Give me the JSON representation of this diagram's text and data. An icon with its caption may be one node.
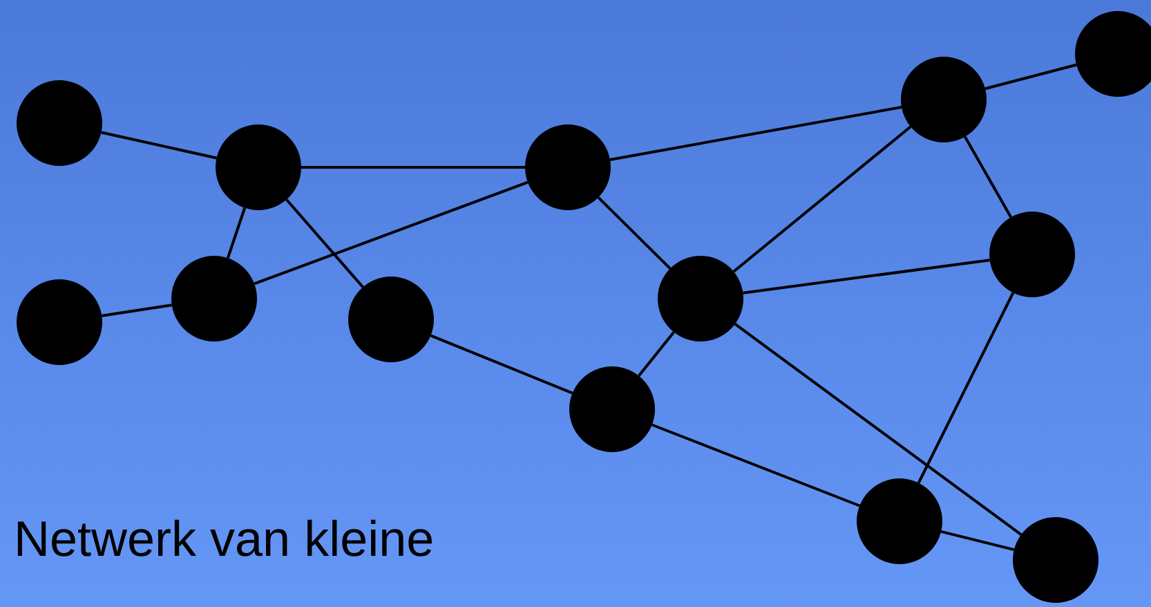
{
  "diagram": {
    "nodes": [
      {
        "text": [],
        "shape": "circle"
      },
      {
        "text": [],
        "shape": "circle"
      },
      {
        "text": [],
        "shape": "circle"
      },
      {
        "text": [],
        "shape": "circle"
      },
      {
        "text": [],
        "shape": "circle"
      },
      {
        "text": [],
        "shape": "circle"
      },
      {
        "text": [],
        "shape": "circle"
      },
      {
        "text": [],
        "shape": "circle"
      },
      {
        "text": [],
        "shape": "circle"
      },
      {
        "text": [],
        "shape": "circle"
      },
      {
        "text": [],
        "shape": "circle"
      },
      {
        "text": [],
        "shape": "circle"
      },
      {
        "text": [],
        "shape": "circle"
      }
    ],
    "edges": [
      {
        "from": 2,
        "to": 3,
        "arrow": "none"
      },
      {
        "from": 3,
        "to": 4,
        "arrow": "none"
      },
      {
        "from": 4,
        "to": 1,
        "arrow": "none"
      },
      {
        "from": 1,
        "to": 0,
        "arrow": "none"
      },
      {
        "from": 3,
        "to": 6,
        "arrow": "none"
      },
      {
        "from": 9,
        "to": 6,
        "arrow": "none"
      },
      {
        "from": 6,
        "to": 4,
        "arrow": "none"
      },
      {
        "from": 3,
        "to": 8,
        "arrow": "none"
      },
      {
        "from": 8,
        "to": 10,
        "arrow": "none"
      },
      {
        "from": 4,
        "to": 7,
        "arrow": "none"
      },
      {
        "from": 7,
        "to": 1,
        "arrow": "none"
      },
      {
        "from": 1,
        "to": 5,
        "arrow": "none"
      },
      {
        "from": 7,
        "to": 5,
        "arrow": "none"
      },
      {
        "from": 7,
        "to": 10,
        "arrow": "none"
      },
      {
        "from": 10,
        "to": 11,
        "arrow": "none"
      },
      {
        "from": 7,
        "to": 12,
        "arrow": "none"
      },
      {
        "from": 11,
        "to": 12,
        "arrow": "none"
      },
      {
        "from": 5,
        "to": 11,
        "arrow": "none"
      }
    ],
    "labels": [
      "Netwerk van kleine"
    ]
  }
}
